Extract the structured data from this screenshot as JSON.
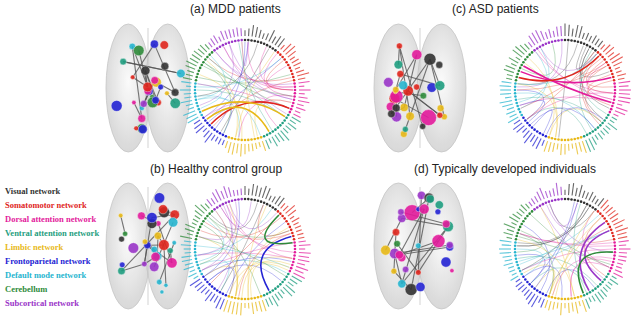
{
  "diagram": {
    "labels": [
      "(a) MDD patients",
      "(b) Healthy control group",
      "(c) ASD patients",
      "(d) Typically developed individuals"
    ],
    "legend": [
      {
        "text": "Visual network",
        "color": "#333333"
      },
      {
        "text": "Somatomotor network",
        "color": "#e0261d"
      },
      {
        "text": "Dorsal attention network",
        "color": "#e31b9c"
      },
      {
        "text": "Ventral attention network",
        "color": "#1f9e80"
      },
      {
        "text": "Limbic network",
        "color": "#e8b917"
      },
      {
        "text": "Frontoparietal network",
        "color": "#2424d4"
      },
      {
        "text": "Default mode network",
        "color": "#26b5cf"
      },
      {
        "text": "Cerebellum",
        "color": "#2e8b3a"
      },
      {
        "text": "Subcortical network",
        "color": "#9a35c8"
      }
    ]
  }
}
